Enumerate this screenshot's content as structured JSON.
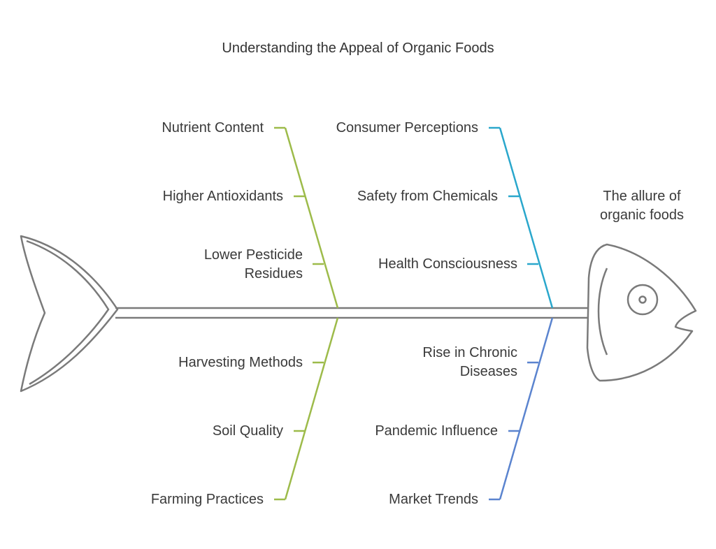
{
  "title": "Understanding the Appeal of Organic Foods",
  "head_label": "The allure of\norganic foods",
  "colors": {
    "outline": "#7a7a7a",
    "green": "#9dbb4a",
    "cyan": "#2aa7cc",
    "blue": "#5b84cf",
    "text": "#3a3a3a"
  },
  "branches": {
    "upper_left": [
      "Nutrient Content",
      "Higher Antioxidants",
      "Lower Pesticide\nResidues"
    ],
    "upper_right": [
      "Consumer Perceptions",
      "Safety from Chemicals",
      "Health Consciousness"
    ],
    "lower_left": [
      "Harvesting Methods",
      "Soil Quality",
      "Farming Practices"
    ],
    "lower_right": [
      "Rise in Chronic\nDiseases",
      "Pandemic Influence",
      "Market Trends"
    ]
  }
}
